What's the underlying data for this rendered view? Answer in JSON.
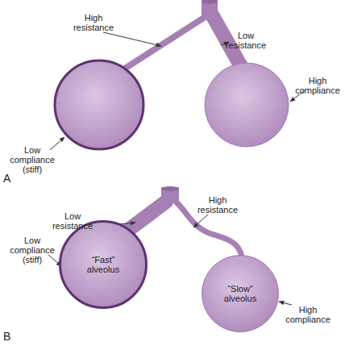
{
  "diagram": {
    "nodes": [
      {
        "text": [
          "“Fast” alveolus"
        ]
      },
      {
        "text": [
          "“Slow” alveolus"
        ]
      }
    ],
    "labels": [
      "High resistance",
      "Low resistance",
      "Low compliance (stiff)",
      "High compliance",
      "A",
      "Low resistance",
      "High resistance",
      "Low compliance (stiff)",
      "High compliance",
      "B"
    ]
  }
}
